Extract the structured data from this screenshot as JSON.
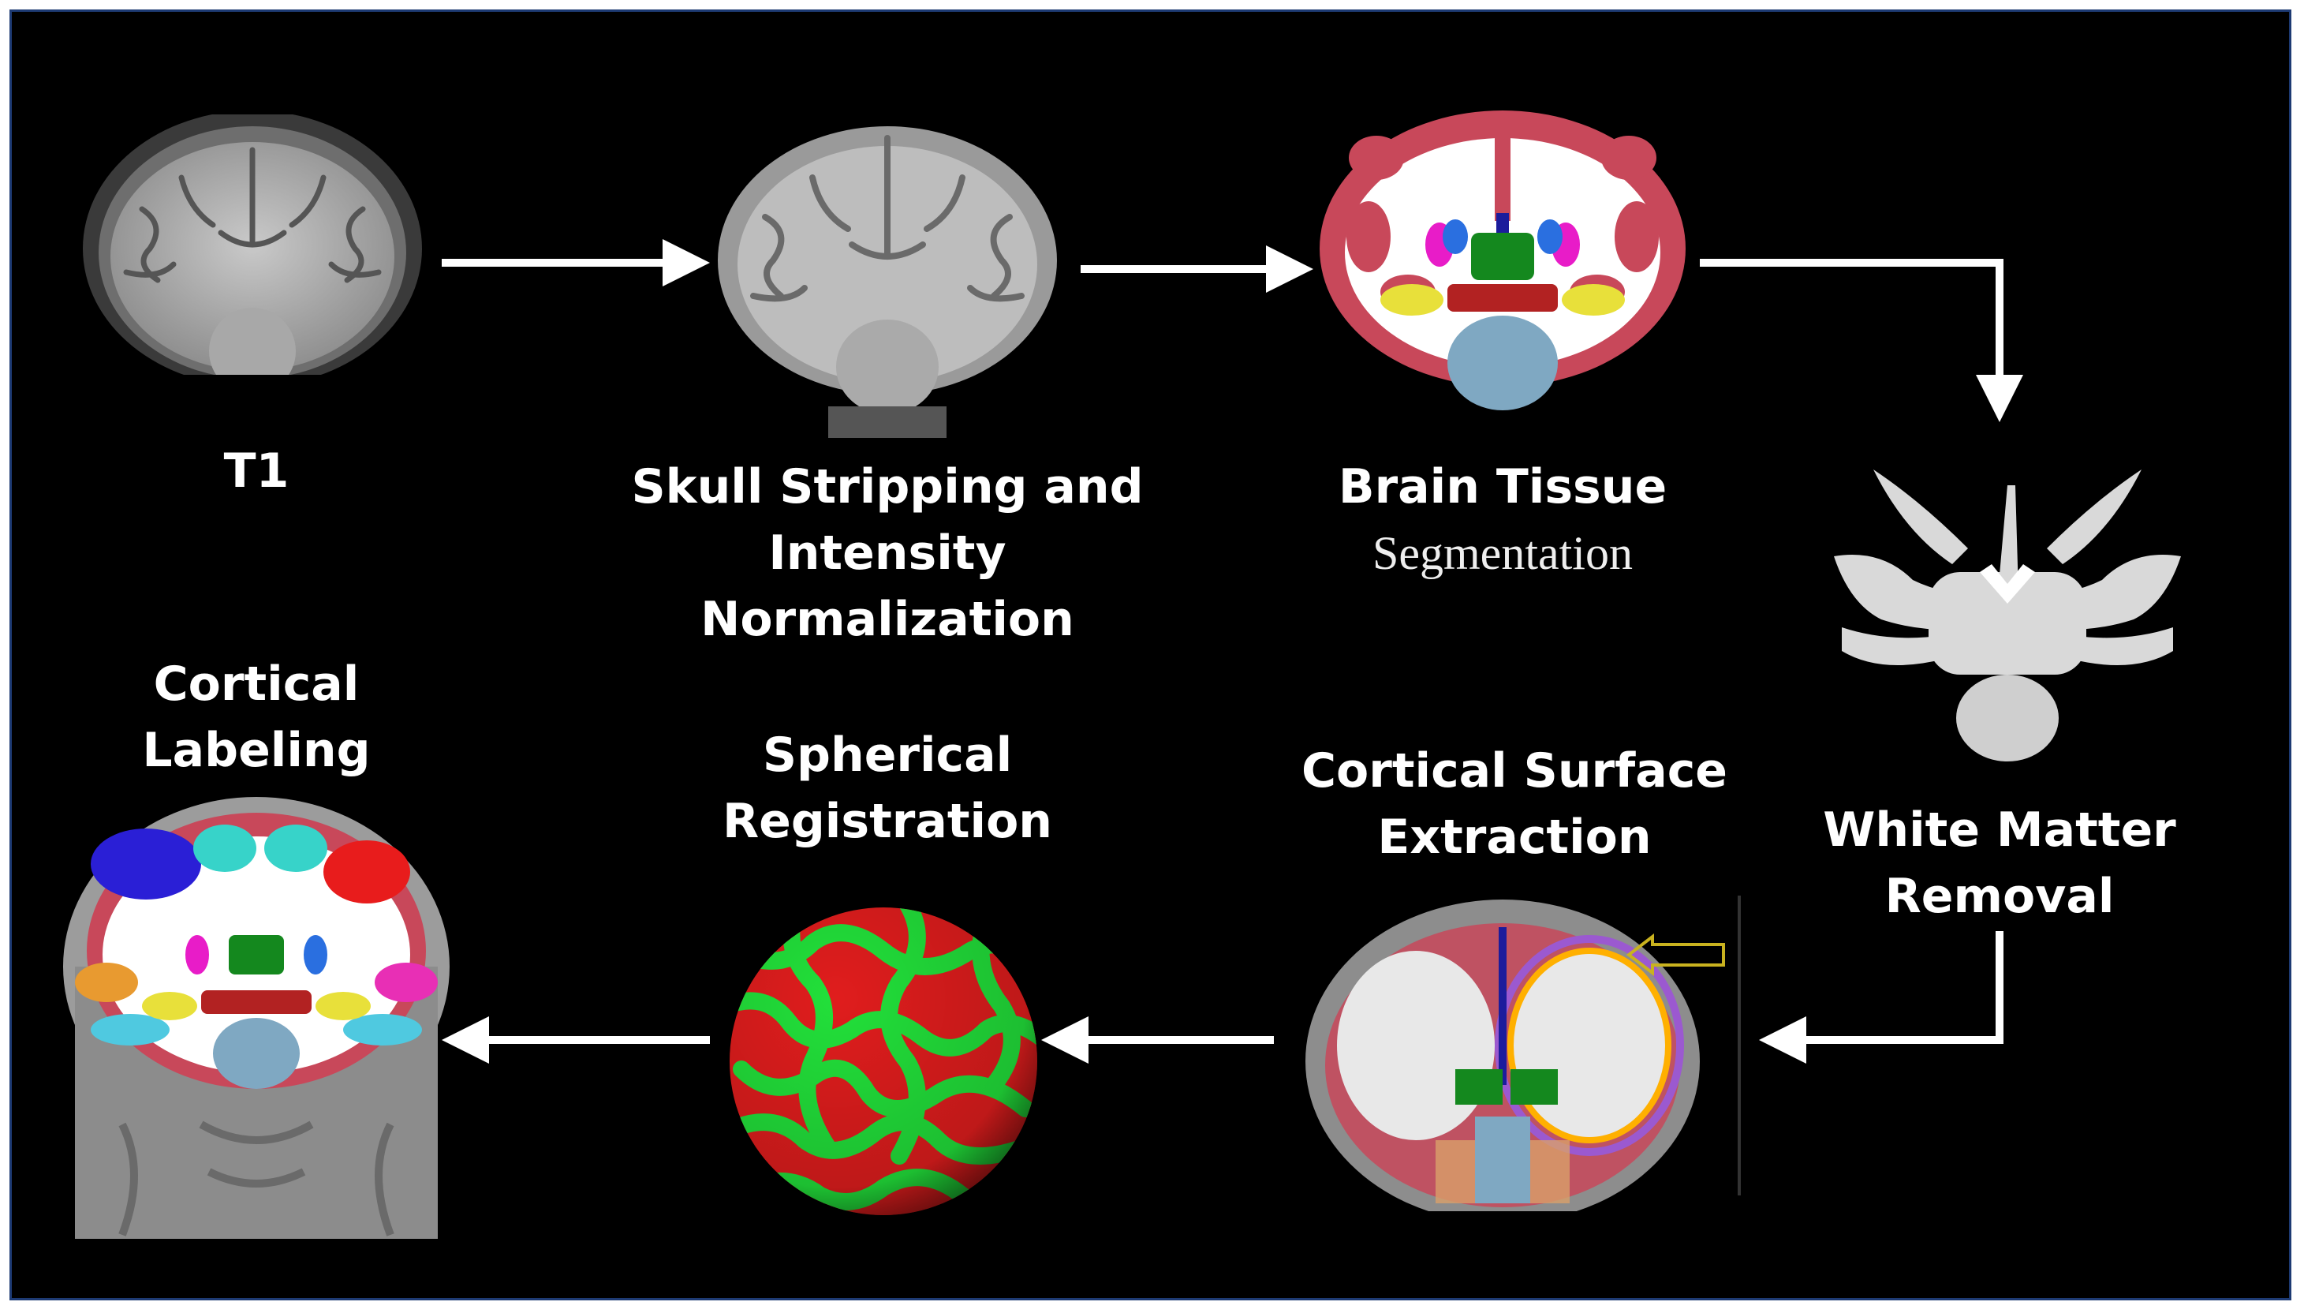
{
  "steps": {
    "t1": {
      "line1": "T1"
    },
    "skull": {
      "line1": "Skull Stripping and",
      "line2": "Intensity",
      "line3": "Normalization"
    },
    "tissue": {
      "line1": "Brain Tissue",
      "line2": "Segmentation"
    },
    "wm": {
      "line1": "White Matter",
      "line2": "Removal"
    },
    "surface": {
      "line1": "Cortical Surface",
      "line2": "Extraction"
    },
    "spherical": {
      "line1": "Spherical",
      "line2": "Registration"
    },
    "labeling": {
      "line1": "Cortical",
      "line2": "Labeling"
    }
  },
  "colors": {
    "background": "#000000",
    "border": "#1d3a73",
    "arrow": "#ffffff",
    "gray_matter": "#c8485a",
    "white_matter": "#ffffff",
    "sphere_red": "#e01d1d",
    "sphere_green": "#22e03a"
  }
}
